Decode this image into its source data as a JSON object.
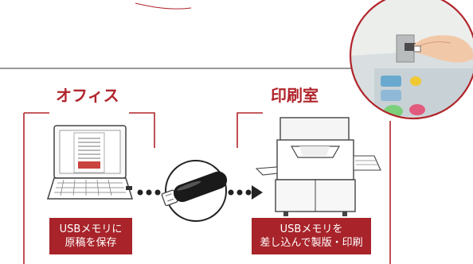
{
  "accent_color": "#b0252b",
  "office": {
    "title": "オフィス",
    "caption_lines": [
      "USBメモリに",
      "原稿を保存"
    ]
  },
  "print_room": {
    "title": "印刷室",
    "caption_lines": [
      "USBメモリを",
      "差し込んで製版・印刷"
    ]
  },
  "icons": [
    "laptop-icon",
    "usb-stick-icon",
    "printer-icon",
    "hand-inserting-usb-photo"
  ]
}
